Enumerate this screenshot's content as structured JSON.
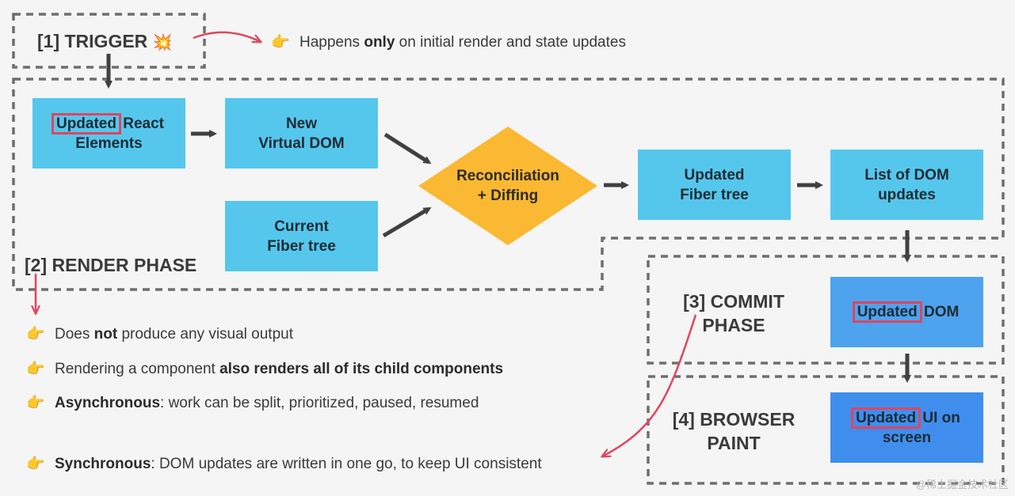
{
  "trigger": {
    "label": "[1] TRIGGER",
    "emoji": "💥",
    "note_pre": "Happens ",
    "note_bold": "only",
    "note_post": " on initial render and state updates"
  },
  "render": {
    "label": "[2] RENDER PHASE",
    "box_elements": {
      "hl": "Updated",
      "rest1": " React",
      "line2": "Elements"
    },
    "box_vdom": {
      "line1": "New",
      "line2": "Virtual DOM"
    },
    "box_current": {
      "line1": "Current",
      "line2": "Fiber tree"
    },
    "diamond": {
      "line1": "Reconciliation",
      "line2": "+ Diffing"
    },
    "box_fiber": {
      "line1": "Updated",
      "line2": "Fiber tree"
    },
    "box_list": {
      "line1": "List of DOM",
      "line2": "updates"
    }
  },
  "commit": {
    "label1": "[3] COMMIT",
    "label2": "PHASE",
    "box_hl": "Updated",
    "box_rest": " DOM"
  },
  "paint": {
    "label1": "[4] BROWSER",
    "label2": "PAINT",
    "box_hl": "Updated",
    "box_rest": " UI on",
    "box_line2": "screen"
  },
  "notes": [
    {
      "pre": "Does ",
      "bold": "not",
      "post": " produce any visual output"
    },
    {
      "pre": "Rendering a component ",
      "bold": "also renders all of its child components",
      "post": ""
    },
    {
      "pre": "",
      "bold": "Asynchronous",
      "post": ": work can be split, prioritized, paused, resumed"
    },
    {
      "pre": "",
      "bold": "Synchronous",
      "post": ": DOM updates are written in one go, to keep UI consistent"
    }
  ],
  "finger_emoji": "👉",
  "watermark": "@稀土掘金技术社区",
  "colors": {
    "cyan": "#55c7ec",
    "blue": "#4da3ee",
    "diamond": "#fbb832",
    "highlight": "#e0455f",
    "arrow": "#404040"
  }
}
